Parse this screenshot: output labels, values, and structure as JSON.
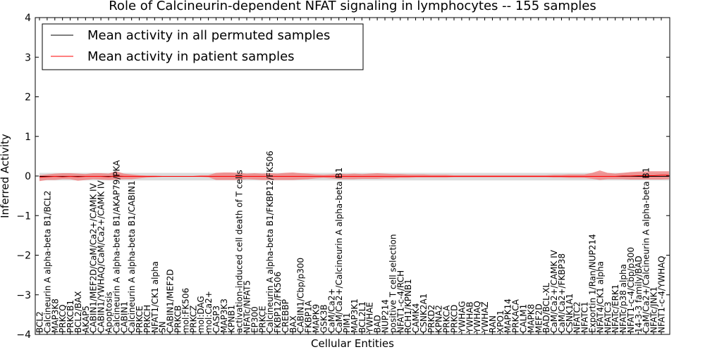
{
  "chart_data": {
    "type": "line",
    "title": "Role of Calcineurin-dependent NFAT signaling in lymphocytes -- 155 samples",
    "xlabel": "Cellular Entities",
    "ylabel": "Inferred Activity",
    "ylim": [
      -4,
      4
    ],
    "yticks": [
      -4,
      -3,
      -2,
      -1,
      0,
      1,
      2,
      3,
      4
    ],
    "grid": false,
    "legend_position": "top-left",
    "categories": [
      "BCL2",
      "Calcineurin A alpha-beta B1/BCL2",
      "MAP3K8",
      "PRKCQ",
      "PRKCB1",
      "BCL2/BAX",
      "AKAP5",
      "CABIN1/MEF2D/CaM/Ca2+/CAMK IV",
      "CABIN1/YWHAQ/CaM/Ca2+/CAMK IV",
      "Apoptosis",
      "Calcineurin A alpha-beta B1/AKAP79/PKA",
      "CABIN1",
      "Calcineurin A alpha-beta B1/CABIN1",
      "PRKCE",
      "PRKCH",
      "NFAT1/CK1 alpha",
      "SN",
      "CABIN1/MEF2D",
      "PRKCB",
      "mol:FK506",
      "PRKCZ",
      "mol:DAG",
      "mol:Ca2+",
      "CASP3",
      "MAP3K3",
      "KPNB1",
      "activation-induced cell death of T cells",
      "NFATc/NFAT5",
      "EP300",
      "PRKCE",
      "Calcineurin A alpha-beta B1/FKBP12/FK506",
      "FKBP12/FK506",
      "CREBBP",
      "BAX",
      "CABIN1/Cbp/p300",
      "FKBP1A",
      "MAPK9",
      "GSK3B",
      "CaM/Ca2+",
      "CaM/Ca2+/Calcineurin A alpha-beta B1",
      "PIM1",
      "MAP3K1",
      "BCL2L1",
      "YWHAE",
      "BAD",
      "NUP214",
      "positive T cell selection",
      "NFAT1-c-4/RCH",
      "RCH1/KPNB1",
      "CAMK4",
      "CSNK2A1",
      "PRKD2",
      "KPNA2",
      "PRKCA",
      "PRKCD",
      "YWHAG",
      "YWHAB",
      "YWHAQ",
      "YWHAZ",
      "RAN",
      "XPO1",
      "MAPK14",
      "PRKACA",
      "CALM1",
      "MAPK8",
      "MEF2D",
      "BAD/BCL-XL",
      "CaM/Ca2+/CAMK IV",
      "CaM/Ca2+/FKBP38",
      "CSNK1A1",
      "NFATC2",
      "NFATC1",
      "Exportin 1/Ran/NUP214",
      "NFAT4/CK1 alpha",
      "NFATC3",
      "NFATc/ERK1",
      "NFATc/p38 alpha",
      "NFAT1-c-4/Cbp/p300",
      "14-3-3 family/BAD",
      "CaM/Ca2+/Calcineurin A alpha-beta B1",
      "NFATc/JNK1",
      "NFAT1-c-4/YWHAQ"
    ],
    "series": [
      {
        "name": "Mean activity in all permuted samples",
        "color": "#000000",
        "band_color": "#d0d0d0",
        "values": [
          -0.01,
          -0.01,
          -0.01,
          -0.01,
          -0.01,
          -0.01,
          -0.01,
          -0.01,
          -0.01,
          -0.01,
          -0.01,
          -0.01,
          -0.01,
          -0.01,
          -0.01,
          -0.01,
          -0.01,
          -0.01,
          -0.01,
          -0.01,
          -0.01,
          -0.01,
          -0.01,
          -0.01,
          -0.01,
          -0.01,
          -0.01,
          -0.01,
          -0.01,
          -0.01,
          -0.01,
          -0.01,
          -0.01,
          -0.01,
          -0.01,
          -0.01,
          -0.01,
          -0.01,
          -0.01,
          -0.01,
          -0.01,
          -0.01,
          -0.01,
          -0.01,
          -0.01,
          -0.01,
          -0.01,
          -0.01,
          -0.01,
          -0.01,
          -0.01,
          -0.01,
          -0.01,
          -0.01,
          -0.01,
          -0.01,
          -0.01,
          -0.01,
          -0.01,
          -0.01,
          -0.01,
          -0.01,
          -0.01,
          -0.01,
          -0.01,
          -0.01,
          -0.01,
          -0.01,
          -0.01,
          -0.01,
          -0.01,
          -0.01,
          -0.01,
          -0.01,
          -0.01,
          -0.01,
          -0.01,
          -0.01,
          -0.01,
          -0.01,
          -0.01,
          -0.01,
          -0.01
        ],
        "upper": [
          0.08,
          0.08,
          0.08,
          0.08,
          0.08,
          0.08,
          0.08,
          0.08,
          0.08,
          0.08,
          0.08,
          0.08,
          0.08,
          0.08,
          0.08,
          0.08,
          0.08,
          0.08,
          0.08,
          0.08,
          0.08,
          0.08,
          0.08,
          0.08,
          0.08,
          0.08,
          0.08,
          0.08,
          0.08,
          0.08,
          0.08,
          0.08,
          0.08,
          0.08,
          0.08,
          0.08,
          0.08,
          0.08,
          0.08,
          0.08,
          0.08,
          0.08,
          0.08,
          0.08,
          0.08,
          0.08,
          0.08,
          0.08,
          0.08,
          0.08,
          0.08,
          0.08,
          0.08,
          0.08,
          0.08,
          0.08,
          0.08,
          0.08,
          0.08,
          0.08,
          0.08,
          0.08,
          0.08,
          0.08,
          0.08,
          0.08,
          0.08,
          0.08,
          0.08,
          0.08,
          0.08,
          0.08,
          0.08,
          0.08,
          0.08,
          0.08,
          0.08,
          0.08,
          0.08,
          0.08,
          0.08,
          0.08,
          0.08
        ],
        "lower": [
          -0.11,
          -0.11,
          -0.11,
          -0.11,
          -0.11,
          -0.11,
          -0.11,
          -0.11,
          -0.11,
          -0.11,
          -0.11,
          -0.11,
          -0.11,
          -0.11,
          -0.11,
          -0.11,
          -0.11,
          -0.11,
          -0.11,
          -0.11,
          -0.11,
          -0.11,
          -0.11,
          -0.11,
          -0.11,
          -0.11,
          -0.11,
          -0.11,
          -0.11,
          -0.11,
          -0.11,
          -0.11,
          -0.11,
          -0.11,
          -0.11,
          -0.11,
          -0.11,
          -0.11,
          -0.11,
          -0.11,
          -0.11,
          -0.11,
          -0.11,
          -0.11,
          -0.11,
          -0.11,
          -0.11,
          -0.11,
          -0.11,
          -0.11,
          -0.11,
          -0.11,
          -0.11,
          -0.11,
          -0.11,
          -0.11,
          -0.11,
          -0.11,
          -0.11,
          -0.11,
          -0.11,
          -0.11,
          -0.11,
          -0.11,
          -0.11,
          -0.11,
          -0.11,
          -0.11,
          -0.11,
          -0.11,
          -0.11,
          -0.11,
          -0.11,
          -0.11,
          -0.11,
          -0.11,
          -0.11,
          -0.11,
          -0.11,
          -0.11,
          -0.11,
          -0.11,
          -0.11
        ]
      },
      {
        "name": "Mean activity in patient samples",
        "color": "#ff0000",
        "band_color": "#f08080",
        "values": [
          -0.03,
          -0.02,
          -0.01,
          -0.02,
          -0.01,
          -0.02,
          -0.01,
          -0.01,
          -0.01,
          -0.02,
          0.0,
          -0.01,
          -0.01,
          -0.01,
          -0.01,
          -0.01,
          -0.01,
          -0.01,
          -0.01,
          -0.01,
          -0.01,
          -0.01,
          -0.01,
          -0.01,
          -0.01,
          -0.01,
          -0.01,
          -0.01,
          -0.01,
          -0.01,
          -0.01,
          -0.01,
          -0.01,
          -0.01,
          -0.01,
          -0.01,
          -0.01,
          -0.01,
          -0.01,
          -0.01,
          -0.01,
          -0.01,
          -0.01,
          -0.01,
          -0.01,
          -0.01,
          -0.01,
          -0.01,
          -0.01,
          -0.01,
          -0.01,
          -0.01,
          -0.01,
          -0.01,
          -0.01,
          -0.01,
          -0.01,
          -0.01,
          -0.01,
          -0.01,
          -0.01,
          -0.01,
          -0.01,
          -0.01,
          -0.01,
          -0.01,
          -0.01,
          -0.01,
          -0.01,
          -0.01,
          -0.01,
          -0.01,
          -0.01,
          -0.01,
          -0.01,
          -0.01,
          0.0,
          0.0,
          0.01,
          0.01,
          0.01,
          0.02,
          0.02
        ],
        "upper": [
          0.02,
          0.04,
          0.06,
          0.07,
          0.07,
          0.06,
          0.05,
          0.07,
          0.07,
          0.06,
          0.12,
          0.06,
          0.04,
          0.02,
          0.01,
          0.01,
          0.0,
          0.0,
          0.0,
          0.0,
          0.0,
          0.02,
          0.02,
          0.08,
          0.09,
          0.09,
          0.08,
          0.06,
          0.07,
          0.06,
          0.07,
          0.06,
          0.08,
          0.09,
          0.07,
          0.06,
          0.04,
          0.03,
          0.04,
          0.06,
          0.05,
          0.06,
          0.05,
          0.06,
          0.07,
          0.06,
          0.05,
          0.05,
          0.04,
          0.04,
          0.04,
          0.03,
          0.03,
          0.03,
          0.02,
          0.02,
          0.02,
          0.02,
          0.02,
          0.02,
          0.02,
          0.02,
          0.02,
          0.02,
          0.02,
          0.02,
          0.02,
          0.03,
          0.03,
          0.04,
          0.04,
          0.04,
          0.08,
          0.14,
          0.08,
          0.06,
          0.08,
          0.1,
          0.11,
          0.12,
          0.12,
          0.12,
          0.12
        ],
        "lower": [
          -0.13,
          -0.1,
          -0.1,
          -0.08,
          -0.08,
          -0.12,
          -0.1,
          -0.08,
          -0.09,
          -0.1,
          -0.09,
          -0.08,
          -0.08,
          -0.06,
          -0.04,
          -0.03,
          -0.02,
          -0.02,
          -0.02,
          -0.02,
          -0.02,
          -0.02,
          -0.03,
          -0.1,
          -0.1,
          -0.1,
          -0.1,
          -0.08,
          -0.09,
          -0.1,
          -0.1,
          -0.1,
          -0.1,
          -0.1,
          -0.09,
          -0.08,
          -0.06,
          -0.05,
          -0.06,
          -0.08,
          -0.08,
          -0.08,
          -0.07,
          -0.07,
          -0.07,
          -0.06,
          -0.06,
          -0.05,
          -0.05,
          -0.04,
          -0.04,
          -0.04,
          -0.04,
          -0.04,
          -0.03,
          -0.03,
          -0.03,
          -0.03,
          -0.03,
          -0.03,
          -0.03,
          -0.03,
          -0.03,
          -0.03,
          -0.03,
          -0.03,
          -0.03,
          -0.04,
          -0.04,
          -0.05,
          -0.05,
          -0.05,
          -0.07,
          -0.1,
          -0.08,
          -0.08,
          -0.08,
          -0.09,
          -0.09,
          -0.09,
          -0.09,
          -0.09,
          -0.08
        ]
      }
    ]
  }
}
